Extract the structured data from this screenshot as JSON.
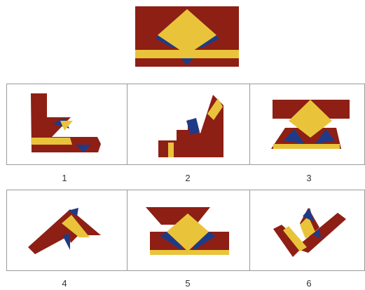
{
  "colors": {
    "red": "#8e1f15",
    "yellow": "#e9c43b",
    "blue": "#1f3b87",
    "grid_line": "#9a9a9a"
  },
  "options": [
    {
      "label": "1"
    },
    {
      "label": "2"
    },
    {
      "label": "3"
    },
    {
      "label": "4"
    },
    {
      "label": "5"
    },
    {
      "label": "6"
    }
  ]
}
